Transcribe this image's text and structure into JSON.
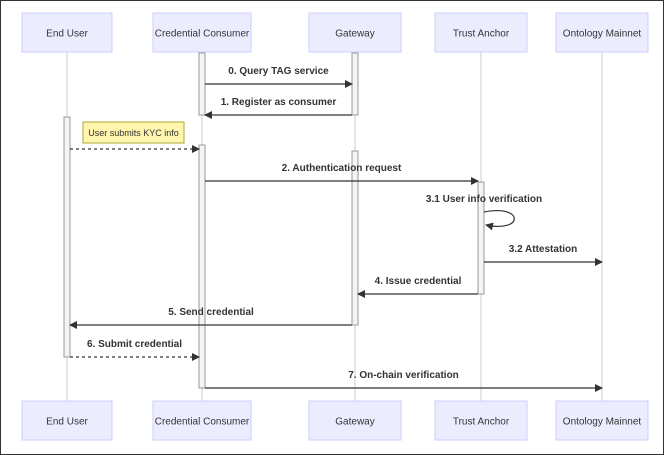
{
  "actors": [
    {
      "id": "end_user",
      "label": "End User"
    },
    {
      "id": "consumer",
      "label": "Credential Consumer"
    },
    {
      "id": "gateway",
      "label": "Gateway"
    },
    {
      "id": "trust_anchor",
      "label": "Trust Anchor"
    },
    {
      "id": "mainnet",
      "label": "Ontology Mainnet"
    }
  ],
  "note": {
    "text": "User submits KYC info",
    "over": "end_user"
  },
  "messages": [
    {
      "from": "consumer",
      "to": "gateway",
      "label": "0. Query TAG service",
      "style": "solid"
    },
    {
      "from": "gateway",
      "to": "consumer",
      "label": "1. Register as consumer",
      "style": "solid"
    },
    {
      "from": "end_user",
      "to": "consumer",
      "label": "",
      "style": "dotted"
    },
    {
      "from": "consumer",
      "to": "trust_anchor",
      "label": "2. Authentication request",
      "style": "solid"
    },
    {
      "from": "trust_anchor",
      "to": "trust_anchor",
      "label": "3.1 User info verification",
      "style": "solid"
    },
    {
      "from": "trust_anchor",
      "to": "mainnet",
      "label": "3.2 Attestation",
      "style": "solid"
    },
    {
      "from": "trust_anchor",
      "to": "gateway",
      "label": "4. Issue credential",
      "style": "solid"
    },
    {
      "from": "gateway",
      "to": "end_user",
      "label": "5. Send credential",
      "style": "solid"
    },
    {
      "from": "end_user",
      "to": "consumer",
      "label": "6. Submit credential",
      "style": "dotted"
    },
    {
      "from": "consumer",
      "to": "mainnet",
      "label": "7. On-chain verification",
      "style": "solid"
    }
  ],
  "colors": {
    "actor_fill": "#ececff",
    "actor_stroke": "#ccccff",
    "lifeline": "#cccccc",
    "activation_fill": "#f4f4f4",
    "activation_stroke": "#999999",
    "line": "#333333",
    "note_fill": "#fff5ad",
    "note_stroke": "#aaaa33"
  }
}
